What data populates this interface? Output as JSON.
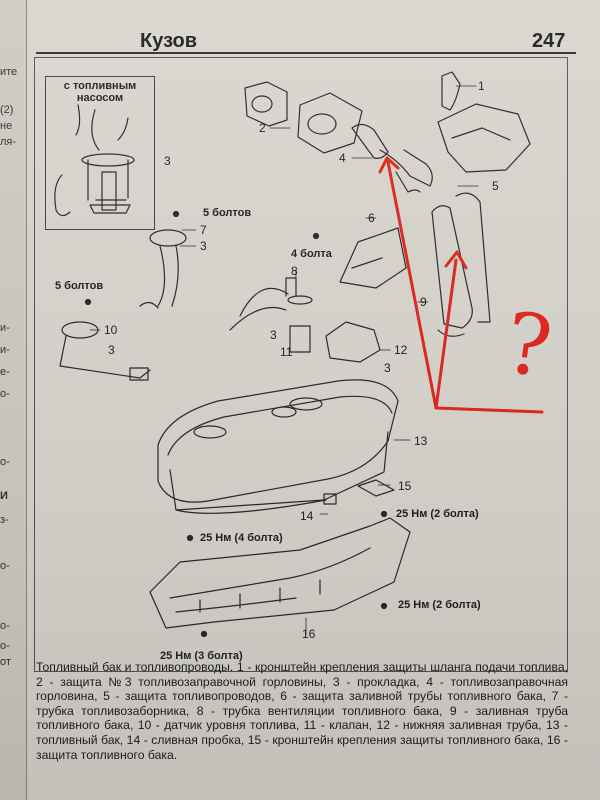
{
  "header": {
    "section_title": "Кузов",
    "page_number": "247"
  },
  "margin_fragments": [
    "ите",
    "(2)",
    "не",
    "ля-",
    "и-",
    "и-",
    "е-",
    "о-",
    "о-",
    "И",
    "з-",
    "о-",
    "о-",
    "о-",
    "от"
  ],
  "diagram": {
    "pump_box_title": "с топливным насосом",
    "labels": {
      "n1": "1",
      "n2": "2",
      "n3_box": "3",
      "n4": "4",
      "n5": "5",
      "n6": "6",
      "n7": "7",
      "n8": "8",
      "n9": "9",
      "n10": "10",
      "n11": "11",
      "n12": "12",
      "n13": "13",
      "n14": "14",
      "n15": "15",
      "n16": "16",
      "n3_a": "3",
      "n3_b": "3",
      "n3_c": "3",
      "n3_d": "3"
    },
    "fastener_labels": {
      "bolts5_a": "5 болтов",
      "bolts5_b": "5 болтов",
      "bolts4": "4 болта",
      "torque_4": "25 Нм (4 болта)",
      "torque_2a": "25 Нм (2 болта)",
      "torque_2b": "25 Нм (2 болта)",
      "torque_3": "25 Нм (3 болта)"
    },
    "annotation": {
      "question_mark": "?",
      "color": "#e0281e"
    }
  },
  "caption": {
    "text": "Топливный бак и топливопроводы. 1 - кронштейн крепления защиты шланга подачи топлива, 2 - защита №3 топливозаправочной горловины, 3 - прокладка, 4 - топливозаправочная горловина, 5 - защита топливопроводов, 6 - защита заливной трубы топливного бака, 7 - трубка топливозаборника, 8 - трубка вентиляции топливного бака, 9 - заливная труба топливного бака, 10 - датчик уровня топлива, 11 - клапан, 12 - нижняя заливная труба, 13 - топливный бак, 14 - сливная пробка, 15 - кронштейн крепления защиты топливного бака, 16 - защита топливного бака."
  }
}
